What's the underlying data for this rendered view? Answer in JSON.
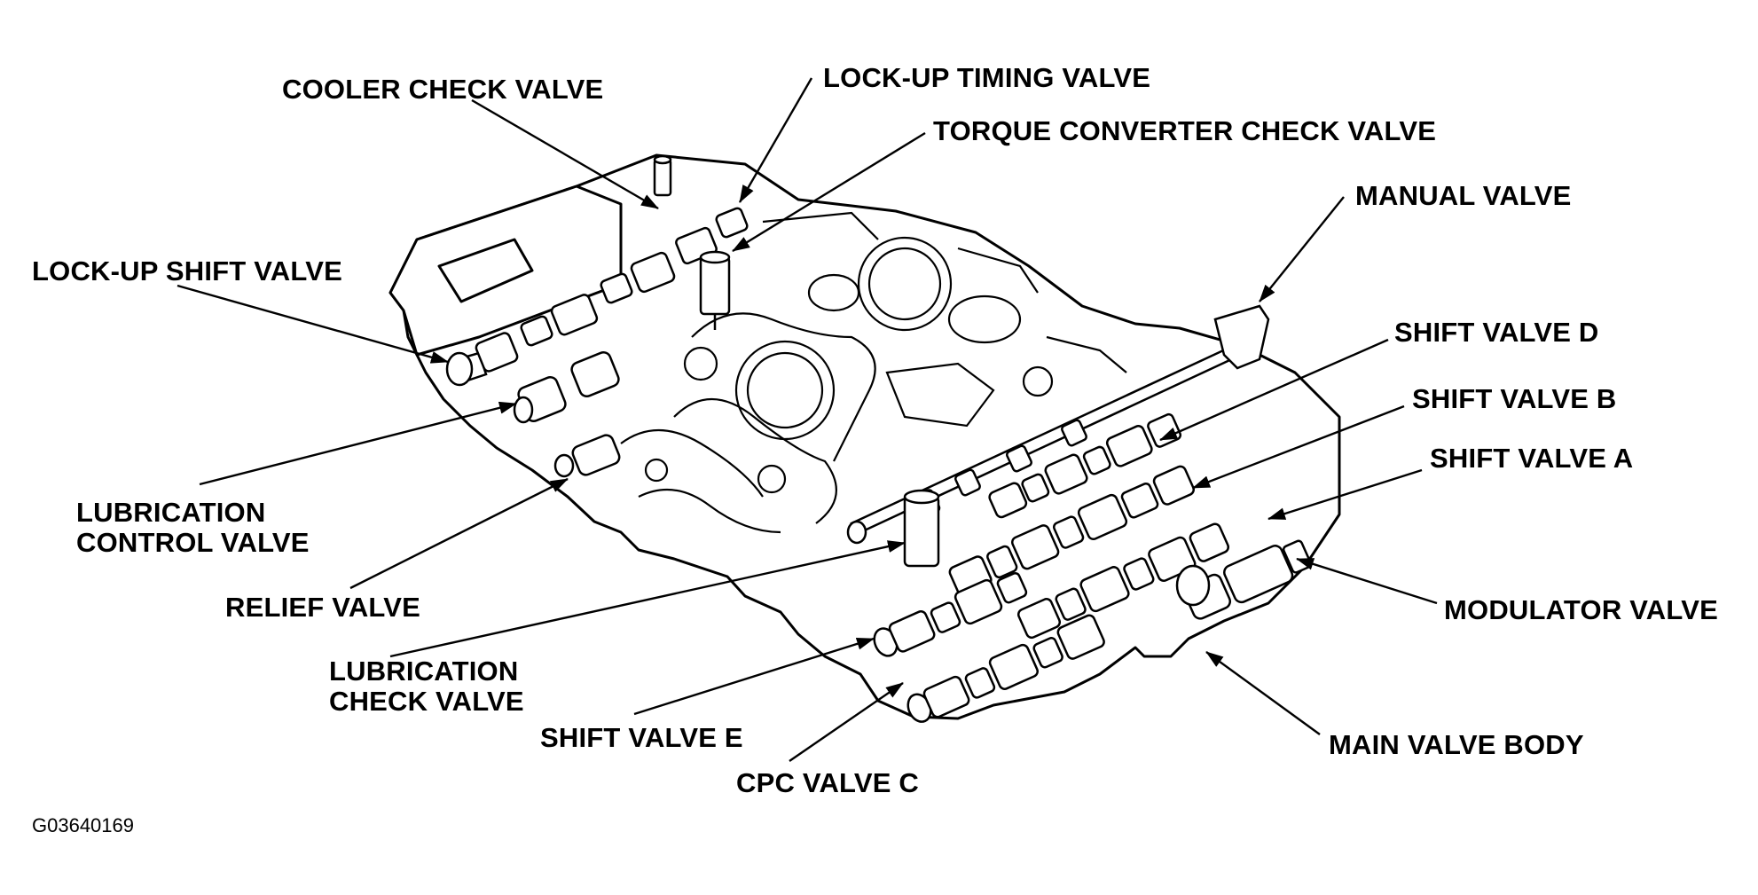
{
  "labels": {
    "cooler_check_valve": "COOLER CHECK VALVE",
    "lockup_timing_valve": "LOCK-UP TIMING VALVE",
    "torque_converter_check_valve": "TORQUE CONVERTER CHECK VALVE",
    "manual_valve": "MANUAL VALVE",
    "lockup_shift_valve": "LOCK-UP SHIFT VALVE",
    "shift_valve_d": "SHIFT VALVE D",
    "shift_valve_b": "SHIFT VALVE B",
    "shift_valve_a": "SHIFT VALVE A",
    "lubrication_control_valve": [
      "LUBRICATION",
      "CONTROL VALVE"
    ],
    "modulator_valve": "MODULATOR VALVE",
    "relief_valve": "RELIEF VALVE",
    "lubrication_check_valve": [
      "LUBRICATION",
      "CHECK VALVE"
    ],
    "shift_valve_e": "SHIFT VALVE E",
    "main_valve_body": "MAIN VALVE BODY",
    "cpc_valve_c": "CPC VALVE C"
  },
  "figure_code": "G03640169",
  "colors": {
    "ink": "#000000",
    "paper": "#ffffff"
  }
}
